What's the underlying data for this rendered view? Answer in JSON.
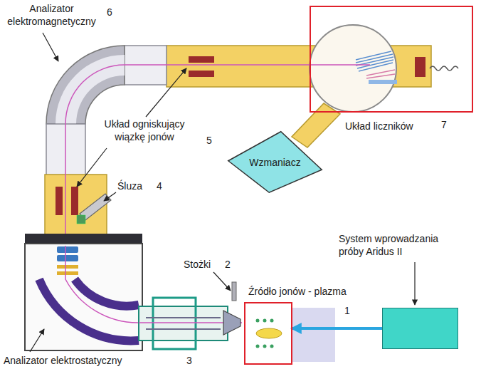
{
  "diagram": {
    "nodes": [
      {
        "text": [
          "Układ liczników"
        ]
      },
      {
        "text": [
          "Wzmaniacz"
        ]
      },
      {
        "text": [
          "System wprowadzania próby Aridus II"
        ]
      },
      {
        "text": [
          "Źródło jonów - plazma"
        ]
      }
    ],
    "edges": [
      {
        "from": 2,
        "to": 3,
        "arrow": "to",
        "label": "1"
      }
    ],
    "labels": [
      "Analizator elektromagnetyczny",
      "6",
      "Układ ogniskujący wiązkę jonów",
      "5",
      "Śluza",
      "4",
      "Stożki",
      "2",
      "Analizator elektrostatyczny",
      "3",
      "7"
    ]
  }
}
